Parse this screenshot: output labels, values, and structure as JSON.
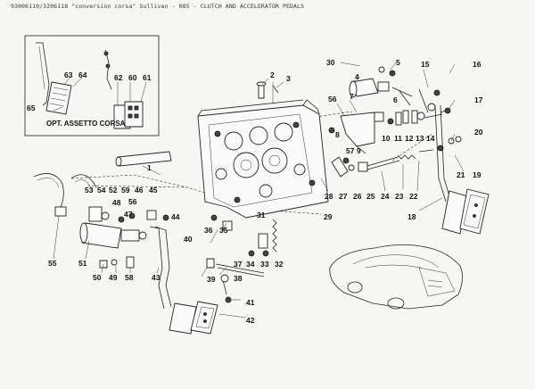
{
  "header": {
    "text": "93006110/3206118 \"conversion corsa\" Sullivan - 085 - CLUTCH AND ACCELERATOR PEDALS"
  },
  "inset": {
    "caption": "OPT. ASSETTO CORSA"
  },
  "callouts": {
    "c1": "1",
    "c2": "2",
    "c3": "3",
    "c4": "4",
    "c5": "5",
    "c6": "6",
    "c7": "7",
    "c8": "8",
    "c9": "9",
    "c10": "10",
    "c11": "11",
    "c12": "12",
    "c13": "13",
    "c14": "14",
    "c15": "15",
    "c16": "16",
    "c17": "17",
    "c18": "18",
    "c19": "19",
    "c20": "20",
    "c21": "21",
    "c22": "22",
    "c23": "23",
    "c24": "24",
    "c25": "25",
    "c26": "26",
    "c27": "27",
    "c28": "28",
    "c29": "29",
    "c30": "30",
    "c31": "31",
    "c32": "32",
    "c33": "33",
    "c34": "34",
    "c35": "35",
    "c36": "36",
    "c37": "37",
    "c38": "38",
    "c39": "39",
    "c40": "40",
    "c41": "41",
    "c42": "42",
    "c43": "43",
    "c44": "44",
    "c45": "45",
    "c46": "46",
    "c47": "47",
    "c48": "48",
    "c49": "49",
    "c50": "50",
    "c51": "51",
    "c52": "52",
    "c53": "53",
    "c54": "54",
    "c55": "55",
    "c56": "56",
    "c57": "57",
    "c58": "58",
    "c59": "59",
    "c60": "60",
    "c61": "61",
    "c62": "62",
    "c63": "63",
    "c64": "64",
    "c65": "65"
  }
}
